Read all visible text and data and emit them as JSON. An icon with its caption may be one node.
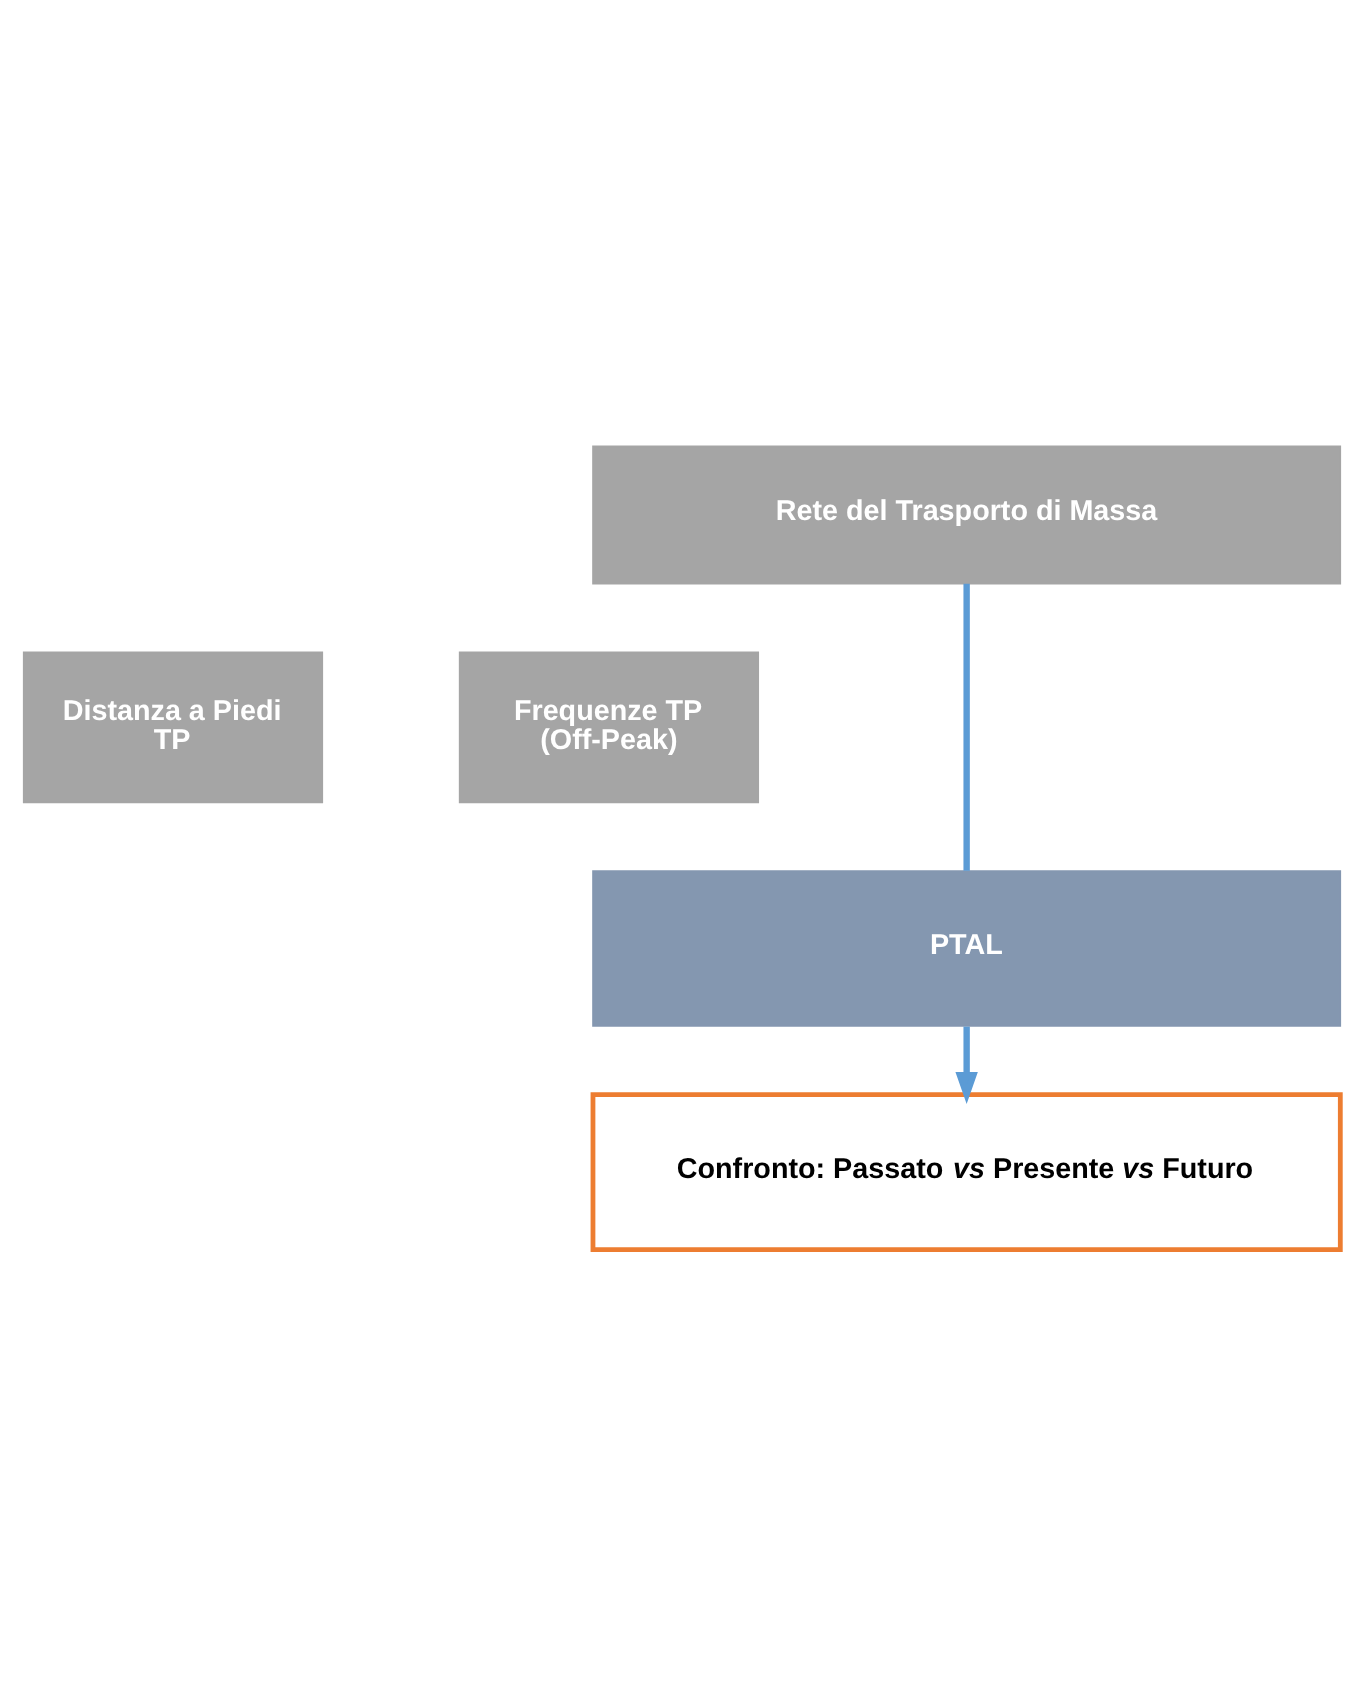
{
  "diagram": {
    "nodes": [
      {
        "text": [
          "Rete del Trasporto di Massa"
        ]
      },
      {
        "text": [
          "Distanza a Piedi TP"
        ]
      },
      {
        "text": [
          "Frequenze TP (Off-Peak)"
        ]
      },
      {
        "text": [
          "PTAL"
        ]
      },
      {
        "text": [
          "Confronto: Passato *vs* Presente *vs* Futuro"
        ]
      }
    ],
    "edges": [
      {
        "from": 0,
        "to": 3,
        "arrow": "none"
      },
      {
        "from": 3,
        "to": 4,
        "arrow": "to"
      }
    ]
  }
}
